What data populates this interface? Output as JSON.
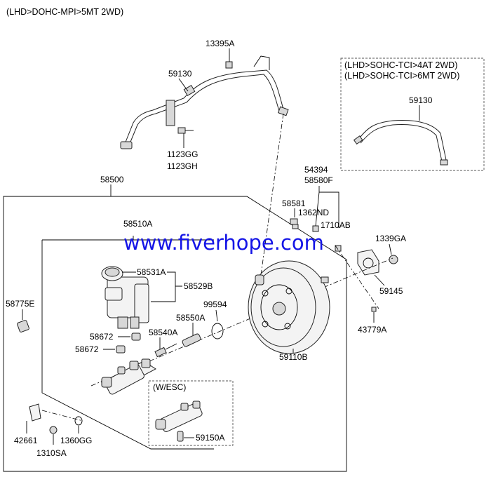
{
  "header": {
    "title": "(LHD>DOHC-MPI>5MT 2WD)"
  },
  "inset": {
    "line1": "(LHD>SOHC-TCI>4AT 2WD)",
    "line2": "(LHD>SOHC-TCI>6MT 2WD)",
    "part": "59130"
  },
  "esc_box": {
    "label": "(W/ESC)",
    "part": "59150A"
  },
  "watermark": "www.fiverhope.com",
  "parts": {
    "p13395A": "13395A",
    "p59130": "59130",
    "p1123GG": "1123GG",
    "p1123GH": "1123GH",
    "p54394": "54394",
    "p58580F": "58580F",
    "p58500": "58500",
    "p58581": "58581",
    "p1362ND": "1362ND",
    "p1710AB": "1710AB",
    "p58510A": "58510A",
    "p1339GA": "1339GA",
    "p58531A": "58531A",
    "p58529B": "58529B",
    "p59145": "59145",
    "p58775E": "58775E",
    "p99594": "99594",
    "p58550A": "58550A",
    "p43779A": "43779A",
    "p58672a": "58672",
    "p58540A": "58540A",
    "p58672b": "58672",
    "p59110B": "59110B",
    "p42661": "42661",
    "p1360GG": "1360GG",
    "p1310SA": "1310SA"
  }
}
